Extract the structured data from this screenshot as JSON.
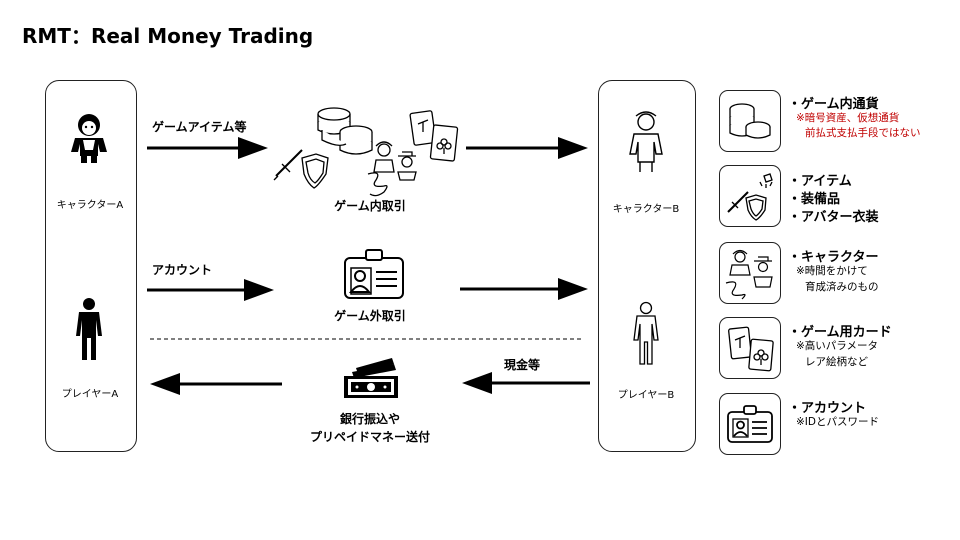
{
  "title": "RMT：Real Money Trading",
  "left_column": {
    "character_label": "キャラクターA",
    "player_label": "プレイヤーA"
  },
  "right_column": {
    "character_label": "キャラクターB",
    "player_label": "プレイヤーB"
  },
  "flows": {
    "game_items_label": "ゲームアイテム等",
    "in_game_trade_label": "ゲーム内取引",
    "account_label": "アカウント",
    "out_game_trade_label": "ゲーム外取引",
    "cash_label": "現金等",
    "payment_line1": "銀行振込や",
    "payment_line2": "プリペイドマネー送付"
  },
  "legend": [
    {
      "icon": "coins-icon",
      "title": "・ゲーム内通貨",
      "notes": [
        "※暗号資産、仮想通貨",
        "前払式支払手段ではない"
      ],
      "note_color": "#c00000"
    },
    {
      "icon": "sword-shield-icon",
      "title": "・アイテム",
      "extra_titles": [
        "・装備品",
        "・アバター衣装"
      ],
      "notes": []
    },
    {
      "icon": "characters-icon",
      "title": "・キャラクター",
      "notes": [
        "※時間をかけて",
        "育成済みのもの"
      ]
    },
    {
      "icon": "cards-icon",
      "title": "・ゲーム用カード",
      "notes": [
        "※高いパラメータ",
        "レア絵柄など"
      ]
    },
    {
      "icon": "id-card-icon",
      "title": "・アカウント",
      "notes": [
        "※IDとパスワード"
      ]
    }
  ]
}
